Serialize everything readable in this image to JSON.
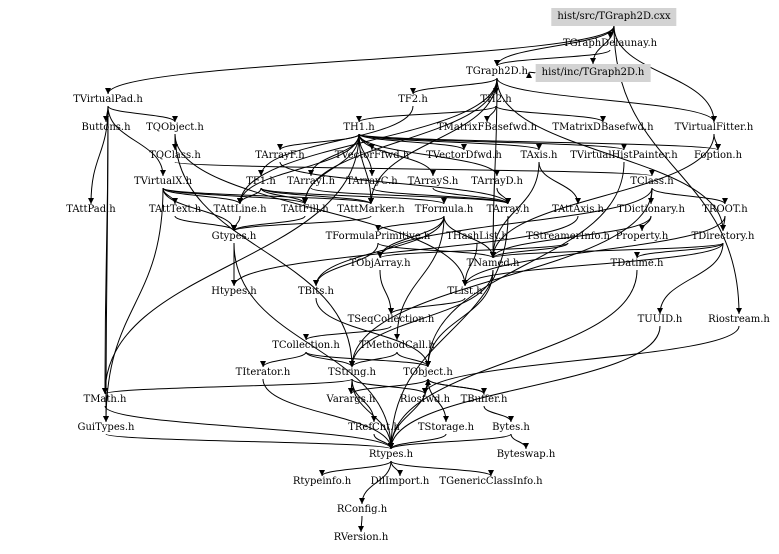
{
  "diagram": {
    "title": "Include dependency graph for TGraph2D",
    "highlight_color": "#d3d3d3",
    "edge_color": "#000000",
    "nodes": [
      {
        "id": "src",
        "label": "hist/src/TGraph2D.cxx",
        "highlight": true
      },
      {
        "id": "TGraphDelaunay",
        "label": "TGraphDelaunay.h"
      },
      {
        "id": "TGraph2D",
        "label": "TGraph2D.h"
      },
      {
        "id": "inc",
        "label": "hist/inc/TGraph2D.h",
        "highlight": true
      },
      {
        "id": "TVirtualPad",
        "label": "TVirtualPad.h"
      },
      {
        "id": "TF2",
        "label": "TF2.h"
      },
      {
        "id": "TH2",
        "label": "TH2.h"
      },
      {
        "id": "Buttons",
        "label": "Buttons.h"
      },
      {
        "id": "TQObject",
        "label": "TQObject.h"
      },
      {
        "id": "TH1",
        "label": "TH1.h"
      },
      {
        "id": "TMatrixFBasefwd",
        "label": "TMatrixFBasefwd.h"
      },
      {
        "id": "TMatrixDBasefwd",
        "label": "TMatrixDBasefwd.h"
      },
      {
        "id": "TVirtualFitter",
        "label": "TVirtualFitter.h"
      },
      {
        "id": "TQClass",
        "label": "TQClass.h"
      },
      {
        "id": "TArrayF",
        "label": "TArrayF.h"
      },
      {
        "id": "TVectorFfwd",
        "label": "TVectorFfwd.h"
      },
      {
        "id": "TVectorDfwd",
        "label": "TVectorDfwd.h"
      },
      {
        "id": "TAxis",
        "label": "TAxis.h"
      },
      {
        "id": "TVirtualHistPainter",
        "label": "TVirtualHistPainter.h"
      },
      {
        "id": "Foption",
        "label": "Foption.h"
      },
      {
        "id": "TVirtualX",
        "label": "TVirtualX.h"
      },
      {
        "id": "TF1",
        "label": "TF1.h"
      },
      {
        "id": "TArrayI",
        "label": "TArrayI.h"
      },
      {
        "id": "TArrayC",
        "label": "TArrayC.h"
      },
      {
        "id": "TArrayS",
        "label": "TArrayS.h"
      },
      {
        "id": "TArrayD",
        "label": "TArrayD.h"
      },
      {
        "id": "TClass",
        "label": "TClass.h"
      },
      {
        "id": "TAttPad",
        "label": "TAttPad.h"
      },
      {
        "id": "TAttText",
        "label": "TAttText.h"
      },
      {
        "id": "TAttLine",
        "label": "TAttLine.h"
      },
      {
        "id": "TAttFill",
        "label": "TAttFill.h"
      },
      {
        "id": "TAttMarker",
        "label": "TAttMarker.h"
      },
      {
        "id": "TFormula",
        "label": "TFormula.h"
      },
      {
        "id": "TArray",
        "label": "TArray.h"
      },
      {
        "id": "TAttAxis",
        "label": "TAttAxis.h"
      },
      {
        "id": "TDictionary",
        "label": "TDictionary.h"
      },
      {
        "id": "TROOT",
        "label": "TROOT.h"
      },
      {
        "id": "Gtypes",
        "label": "Gtypes.h"
      },
      {
        "id": "TFormulaPrimitive",
        "label": "TFormulaPrimitive.h"
      },
      {
        "id": "THashList",
        "label": "THashList.h"
      },
      {
        "id": "TStreamerInfo",
        "label": "TStreamerInfo.h"
      },
      {
        "id": "Property",
        "label": "Property.h"
      },
      {
        "id": "TDirectory",
        "label": "TDirectory.h"
      },
      {
        "id": "TObjArray",
        "label": "TObjArray.h"
      },
      {
        "id": "TNamed",
        "label": "TNamed.h"
      },
      {
        "id": "TDatime",
        "label": "TDatime.h"
      },
      {
        "id": "Htypes",
        "label": "Htypes.h"
      },
      {
        "id": "TBits",
        "label": "TBits.h"
      },
      {
        "id": "TList",
        "label": "TList.h"
      },
      {
        "id": "TSeqCollection",
        "label": "TSeqCollection.h"
      },
      {
        "id": "TUUID",
        "label": "TUUID.h"
      },
      {
        "id": "Riostream",
        "label": "Riostream.h"
      },
      {
        "id": "TCollection",
        "label": "TCollection.h"
      },
      {
        "id": "TMethodCall",
        "label": "TMethodCall.h"
      },
      {
        "id": "TIterator",
        "label": "TIterator.h"
      },
      {
        "id": "TString",
        "label": "TString.h"
      },
      {
        "id": "TObject",
        "label": "TObject.h"
      },
      {
        "id": "TMath",
        "label": "TMath.h"
      },
      {
        "id": "Varargs",
        "label": "Varargs.h"
      },
      {
        "id": "Riosfwd",
        "label": "Riosfwd.h"
      },
      {
        "id": "TBuffer",
        "label": "TBuffer.h"
      },
      {
        "id": "GuiTypes",
        "label": "GuiTypes.h"
      },
      {
        "id": "TRefCnt",
        "label": "TRefCnt.h"
      },
      {
        "id": "TStorage",
        "label": "TStorage.h"
      },
      {
        "id": "Bytes",
        "label": "Bytes.h"
      },
      {
        "id": "Rtypes",
        "label": "Rtypes.h"
      },
      {
        "id": "Byteswap",
        "label": "Byteswap.h"
      },
      {
        "id": "Rtypeinfo",
        "label": "Rtypeinfo.h"
      },
      {
        "id": "DllImport",
        "label": "DllImport.h"
      },
      {
        "id": "TGenericClassInfo",
        "label": "TGenericClassInfo.h"
      },
      {
        "id": "RConfig",
        "label": "RConfig.h"
      },
      {
        "id": "RVersion",
        "label": "RVersion.h"
      }
    ],
    "edges": [
      [
        "src",
        "TGraphDelaunay"
      ],
      [
        "src",
        "TGraph2D"
      ],
      [
        "src",
        "inc"
      ],
      [
        "src",
        "TVirtualPad"
      ],
      [
        "src",
        "TVirtualFitter"
      ],
      [
        "src",
        "Riostream"
      ],
      [
        "inc",
        "TGraph2D"
      ],
      [
        "TGraphDelaunay",
        "TGraph2D"
      ],
      [
        "TGraph2D",
        "TF2"
      ],
      [
        "TGraph2D",
        "TH2"
      ],
      [
        "TGraph2D",
        "TVirtualFitter"
      ],
      [
        "TGraph2D",
        "TNamed"
      ],
      [
        "TGraph2D",
        "TAttLine"
      ],
      [
        "TGraph2D",
        "TAttFill"
      ],
      [
        "TGraph2D",
        "TAttMarker"
      ],
      [
        "TGraph2D",
        "TDirectory"
      ],
      [
        "TVirtualPad",
        "Buttons"
      ],
      [
        "TVirtualPad",
        "TQObject"
      ],
      [
        "TVirtualPad",
        "TVirtualX"
      ],
      [
        "TVirtualPad",
        "TAttPad"
      ],
      [
        "TVirtualPad",
        "GuiTypes"
      ],
      [
        "TVirtualPad",
        "TMath"
      ],
      [
        "TF2",
        "TF1"
      ],
      [
        "TH2",
        "TH1"
      ],
      [
        "TH2",
        "TMatrixFBasefwd"
      ],
      [
        "TH2",
        "TMatrixDBasefwd"
      ],
      [
        "TQObject",
        "TQClass"
      ],
      [
        "TQObject",
        "TList"
      ],
      [
        "TQObject",
        "TString"
      ],
      [
        "TQClass",
        "TClass"
      ],
      [
        "TH1",
        "TArrayF"
      ],
      [
        "TH1",
        "TVectorFfwd"
      ],
      [
        "TH1",
        "TVectorDfwd"
      ],
      [
        "TH1",
        "TAxis"
      ],
      [
        "TH1",
        "TVirtualHistPainter"
      ],
      [
        "TH1",
        "Foption"
      ],
      [
        "TH1",
        "TArrayI"
      ],
      [
        "TH1",
        "TArrayC"
      ],
      [
        "TH1",
        "TArrayS"
      ],
      [
        "TH1",
        "TArrayD"
      ],
      [
        "TH1",
        "TAttLine"
      ],
      [
        "TH1",
        "TAttFill"
      ],
      [
        "TH1",
        "TAttMarker"
      ],
      [
        "TH1",
        "TMath"
      ],
      [
        "TVirtualFitter",
        "TNamed"
      ],
      [
        "TVirtualFitter",
        "Foption"
      ],
      [
        "TArrayF",
        "TArray"
      ],
      [
        "TArrayI",
        "TArray"
      ],
      [
        "TArrayC",
        "TArray"
      ],
      [
        "TArrayS",
        "TArray"
      ],
      [
        "TArrayD",
        "TArray"
      ],
      [
        "TAxis",
        "TAttAxis"
      ],
      [
        "TAxis",
        "TNamed"
      ],
      [
        "TVirtualHistPainter",
        "TObject"
      ],
      [
        "TVirtualX",
        "TAttLine"
      ],
      [
        "TVirtualX",
        "TAttFill"
      ],
      [
        "TVirtualX",
        "TAttText"
      ],
      [
        "TVirtualX",
        "TAttMarker"
      ],
      [
        "TVirtualX",
        "GuiTypes"
      ],
      [
        "TVirtualX",
        "Gtypes"
      ],
      [
        "TF1",
        "TFormula"
      ],
      [
        "TF1",
        "TAttLine"
      ],
      [
        "TF1",
        "TAttFill"
      ],
      [
        "TF1",
        "TAttMarker"
      ],
      [
        "TClass",
        "TDictionary"
      ],
      [
        "TClass",
        "TROOT"
      ],
      [
        "TClass",
        "TObjArray"
      ],
      [
        "TClass",
        "TString"
      ],
      [
        "TAttText",
        "Gtypes"
      ],
      [
        "TAttLine",
        "Gtypes"
      ],
      [
        "TAttFill",
        "Gtypes"
      ],
      [
        "TAttMarker",
        "Gtypes"
      ],
      [
        "TFormula",
        "TFormulaPrimitive"
      ],
      [
        "TFormula",
        "TNamed"
      ],
      [
        "TFormula",
        "TBits"
      ],
      [
        "TFormula",
        "TObjArray"
      ],
      [
        "TFormula",
        "TMethodCall"
      ],
      [
        "TArray",
        "Rtypes"
      ],
      [
        "TAttAxis",
        "Htypes"
      ],
      [
        "TDictionary",
        "Property"
      ],
      [
        "TDictionary",
        "TNamed"
      ],
      [
        "TROOT",
        "TDirectory"
      ],
      [
        "TROOT",
        "TList"
      ],
      [
        "Gtypes",
        "Htypes"
      ],
      [
        "Gtypes",
        "Rtypes"
      ],
      [
        "TFormulaPrimitive",
        "TNamed"
      ],
      [
        "TFormulaPrimitive",
        "TBits"
      ],
      [
        "THashList",
        "TList"
      ],
      [
        "TStreamerInfo",
        "TNamed"
      ],
      [
        "TStreamerInfo",
        "TObjArray"
      ],
      [
        "TDirectory",
        "TNamed"
      ],
      [
        "TDirectory",
        "TDatime"
      ],
      [
        "TDirectory",
        "TList"
      ],
      [
        "TDirectory",
        "TUUID"
      ],
      [
        "TObjArray",
        "TSeqCollection"
      ],
      [
        "TNamed",
        "TObject"
      ],
      [
        "TNamed",
        "TString"
      ],
      [
        "TDatime",
        "Rtypes"
      ],
      [
        "TBits",
        "TObject"
      ],
      [
        "TList",
        "TSeqCollection"
      ],
      [
        "TSeqCollection",
        "TCollection"
      ],
      [
        "TUUID",
        "Rtypes"
      ],
      [
        "Riostream",
        "Riosfwd"
      ],
      [
        "TCollection",
        "TObject"
      ],
      [
        "TCollection",
        "TIterator"
      ],
      [
        "TCollection",
        "TString"
      ],
      [
        "TMethodCall",
        "TObject"
      ],
      [
        "TMethodCall",
        "TString"
      ],
      [
        "TIterator",
        "Rtypes"
      ],
      [
        "TString",
        "TRefCnt"
      ],
      [
        "TString",
        "TMath"
      ],
      [
        "TString",
        "Varargs"
      ],
      [
        "TString",
        "Riosfwd"
      ],
      [
        "TString",
        "Rtypes"
      ],
      [
        "TObject",
        "Varargs"
      ],
      [
        "TObject",
        "Riosfwd"
      ],
      [
        "TObject",
        "TBuffer"
      ],
      [
        "TObject",
        "TStorage"
      ],
      [
        "TObject",
        "Rtypes"
      ],
      [
        "TMath",
        "Rtypes"
      ],
      [
        "TBuffer",
        "Bytes"
      ],
      [
        "TBuffer",
        "TObject"
      ],
      [
        "GuiTypes",
        "Rtypes"
      ],
      [
        "TRefCnt",
        "Rtypes"
      ],
      [
        "TStorage",
        "Rtypes"
      ],
      [
        "Bytes",
        "Rtypes"
      ],
      [
        "Bytes",
        "Byteswap"
      ],
      [
        "Rtypes",
        "Rtypeinfo"
      ],
      [
        "Rtypes",
        "DllImport"
      ],
      [
        "Rtypes",
        "TGenericClassInfo"
      ],
      [
        "Rtypes",
        "RConfig"
      ],
      [
        "RConfig",
        "RVersion"
      ]
    ]
  }
}
